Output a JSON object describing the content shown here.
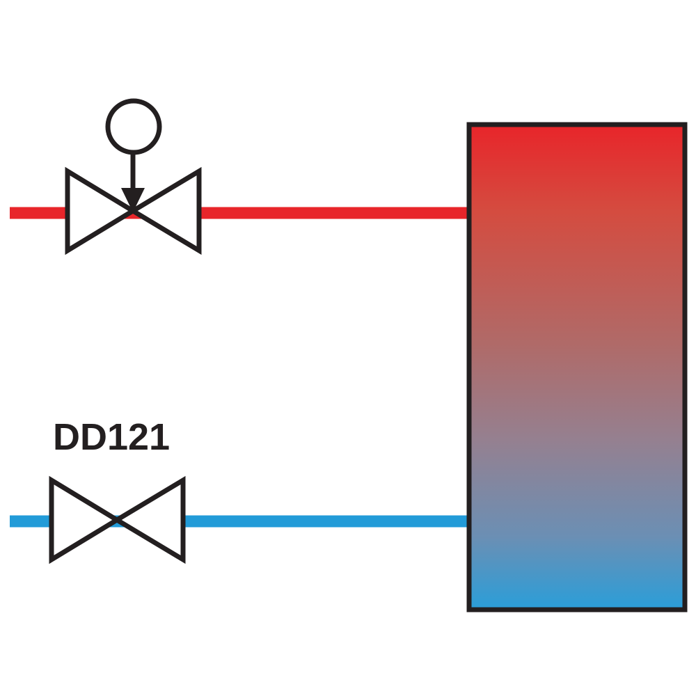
{
  "diagram": {
    "colors": {
      "hot": "#e8252a",
      "cold": "#229bd8",
      "outline": "#231f20",
      "tank_top": "#e8252a",
      "tank_bottom": "#2a9ed9",
      "background": "#ffffff"
    },
    "components": {
      "hot_line": {
        "icon": "pipe",
        "role": "hot supply"
      },
      "cold_line": {
        "icon": "pipe",
        "role": "cold return"
      },
      "motorized_valve": {
        "icon": "motorized-valve-icon"
      },
      "manual_valve": {
        "icon": "gate-valve-icon",
        "label": "DD121"
      },
      "tank": {
        "icon": "storage-tank"
      }
    }
  }
}
